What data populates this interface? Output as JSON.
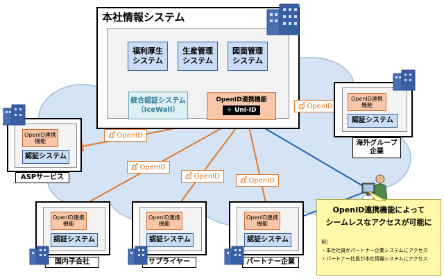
{
  "colors": {
    "cloud": "#cfe0f2",
    "orange": "#e07a2f",
    "blue": "#1f5fa8",
    "system_fill": "#c9dcf4",
    "openid_fill": "#f9c7a7",
    "callout": "#fff9a8"
  },
  "hq": {
    "title": "本社情報システム",
    "systems": [
      {
        "line1": "福利厚生",
        "line2": "システム"
      },
      {
        "line1": "生産管理",
        "line2": "システム"
      },
      {
        "line1": "図面管理",
        "line2": "システム"
      }
    ],
    "auth": {
      "line1": "統合認証システム",
      "line2": "（IceWall）"
    },
    "openid_feature": "OpenID連携機能",
    "uni_id": "Uni-ID"
  },
  "openid_logo": "OpenID",
  "partners": {
    "openid_line1": "OpenID連携",
    "openid_line2": "機能",
    "auth_system": "認証システム",
    "asp": "ASPサービス",
    "overseas_line1": "海外グループ",
    "overseas_line2": "企業",
    "domestic": "国内子会社",
    "supplier": "サプライヤー",
    "partner": "パートナー企業"
  },
  "callout": {
    "line1": "OpenID連携機能によって",
    "line2": "シームレスなアクセスが可能に",
    "example_label": "例）",
    "example1": "・本社社員がパートナー企業システムにアクセス",
    "example2": "・パートナー社員が本社情報システムにアクセス"
  },
  "icons": [
    "building-icon",
    "person-pc-icon",
    "openid-logo-icon"
  ]
}
